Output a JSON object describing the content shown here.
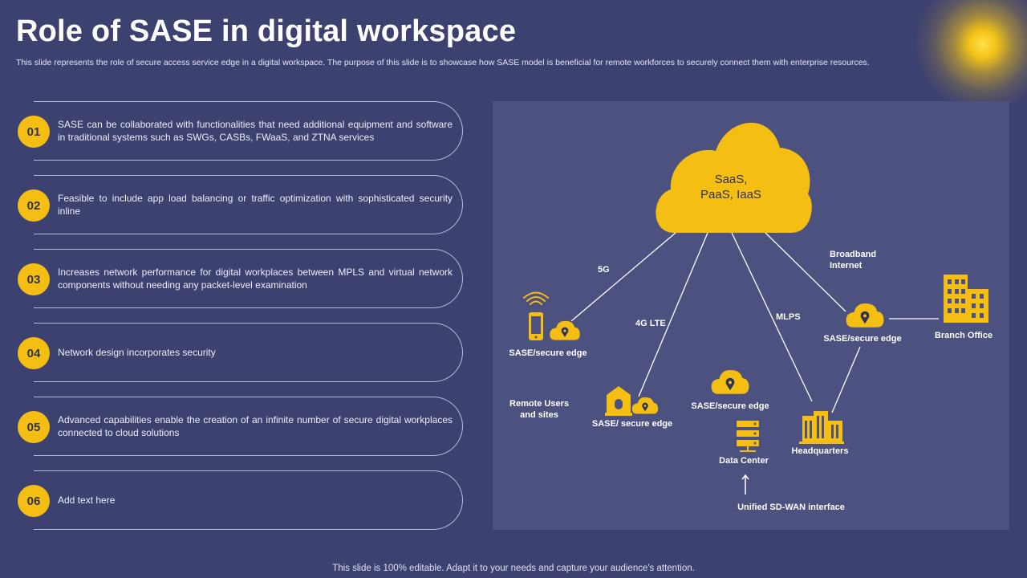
{
  "page": {
    "title": "Role of SASE in digital workspace",
    "subtitle": "This slide represents the role of secure access service edge in a digital workspace. The purpose of this slide is to showcase how SASE model is beneficial for remote workforces to securely connect them with enterprise resources.",
    "footer": "This slide is 100% editable. Adapt it to your needs and capture your audience's attention."
  },
  "items": [
    {
      "num": "01",
      "text": "SASE can be collaborated with functionalities that need additional equipment and software in traditional systems such as SWGs, CASBs, FWaaS, and ZTNA services"
    },
    {
      "num": "02",
      "text": "Feasible to include app load balancing or traffic optimization with sophisticated security inline"
    },
    {
      "num": "03",
      "text": "Increases network performance for digital workplaces between MPLS and virtual network components without needing any packet-level examination"
    },
    {
      "num": "04",
      "text": "Network design incorporates security"
    },
    {
      "num": "05",
      "text": "Advanced capabilities enable the creation of an infinite number of secure digital workplaces connected to cloud solutions"
    },
    {
      "num": "06",
      "text": "Add text here"
    }
  ],
  "diagram": {
    "cloud_line1": "SaaS,",
    "cloud_line2": "PaaS, IaaS",
    "link_5g": "5G",
    "link_4g": "4G LTE",
    "link_mlps": "MLPS",
    "link_broadband_1": "Broadband",
    "link_broadband_2": "Internet",
    "edge_mobile": "SASE/secure edge",
    "edge_broadband": "SASE/secure edge",
    "edge_center": "SASE/secure edge",
    "edge_remote": "SASE/ secure edge",
    "remote_1": "Remote Users",
    "remote_2": "and sites",
    "branch_office": "Branch Office",
    "headquarters": "Headquarters",
    "data_center": "Data Center",
    "sdwan": "Unified SD-WAN interface"
  },
  "colors": {
    "background": "#3d4170",
    "panel": "#4c5180",
    "accent": "#f5be12",
    "text": "#ffffff"
  },
  "icons": [
    "wifi-icon",
    "mobile-phone-icon",
    "cloud-location-icon",
    "building-icon",
    "server-icon",
    "office-building-icon",
    "arrow-up-icon"
  ]
}
